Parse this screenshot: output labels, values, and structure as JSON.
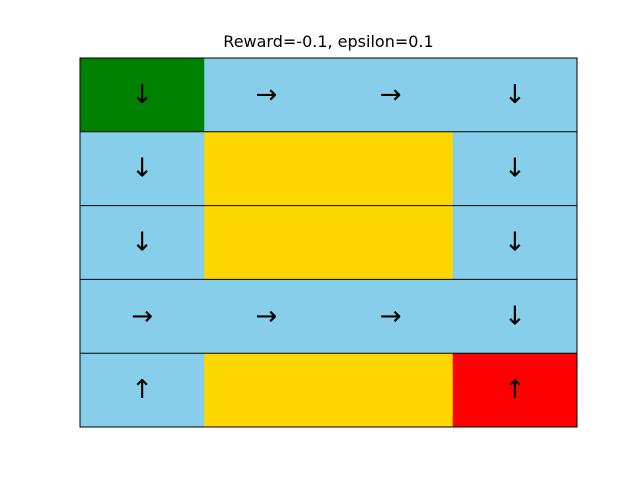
{
  "title": "Reward=-0.1, epsilon=0.1",
  "colors": {
    "open": "#87CEEB",
    "wall": "#FFD700",
    "start": "#008000",
    "goal": "#FF0000",
    "border": "#000000"
  },
  "arrows": {
    "up": "↑",
    "down": "↓",
    "left": "←",
    "right": "→"
  },
  "grid": {
    "rows": 5,
    "cols": 4,
    "cells": [
      [
        {
          "type": "start",
          "arrow": "down"
        },
        {
          "type": "open",
          "arrow": "right"
        },
        {
          "type": "open",
          "arrow": "right"
        },
        {
          "type": "open",
          "arrow": "down"
        }
      ],
      [
        {
          "type": "open",
          "arrow": "down"
        },
        {
          "type": "wall",
          "arrow": ""
        },
        {
          "type": "wall",
          "arrow": ""
        },
        {
          "type": "open",
          "arrow": "down"
        }
      ],
      [
        {
          "type": "open",
          "arrow": "down"
        },
        {
          "type": "wall",
          "arrow": ""
        },
        {
          "type": "wall",
          "arrow": ""
        },
        {
          "type": "open",
          "arrow": "down"
        }
      ],
      [
        {
          "type": "open",
          "arrow": "right"
        },
        {
          "type": "open",
          "arrow": "right"
        },
        {
          "type": "open",
          "arrow": "right"
        },
        {
          "type": "open",
          "arrow": "down"
        }
      ],
      [
        {
          "type": "open",
          "arrow": "up"
        },
        {
          "type": "wall",
          "arrow": ""
        },
        {
          "type": "wall",
          "arrow": ""
        },
        {
          "type": "goal",
          "arrow": "up"
        }
      ]
    ]
  }
}
